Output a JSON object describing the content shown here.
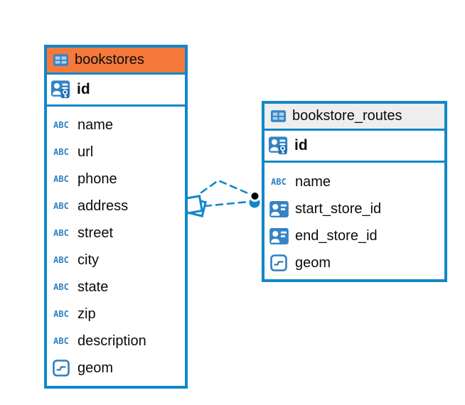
{
  "icons": {
    "text_type_label": "ABC"
  },
  "colors": {
    "table_border": "#1287C9",
    "bookstores_header_bg": "#F5793B",
    "routes_header_bg": "#EEEEEE",
    "icon_blue": "#3484C6",
    "connector_blue": "#1287C9",
    "text": "#0b0b0b"
  },
  "tables": [
    {
      "name": "bookstores",
      "primary_key": "id",
      "fields": [
        "name",
        "url",
        "phone",
        "address",
        "street",
        "city",
        "state",
        "zip",
        "description",
        "geom"
      ],
      "field_types": [
        "text",
        "text",
        "text",
        "text",
        "text",
        "text",
        "text",
        "text",
        "text",
        "geometry"
      ]
    },
    {
      "name": "bookstore_routes",
      "primary_key": "id",
      "fields": [
        "name",
        "start_store_id",
        "end_store_id",
        "geom"
      ],
      "field_types": [
        "text",
        "id",
        "id",
        "geometry"
      ]
    }
  ],
  "relationship": {
    "from_table": "bookstores",
    "to_table": "bookstore_routes",
    "line_style": "dashed",
    "line_count": 2
  }
}
